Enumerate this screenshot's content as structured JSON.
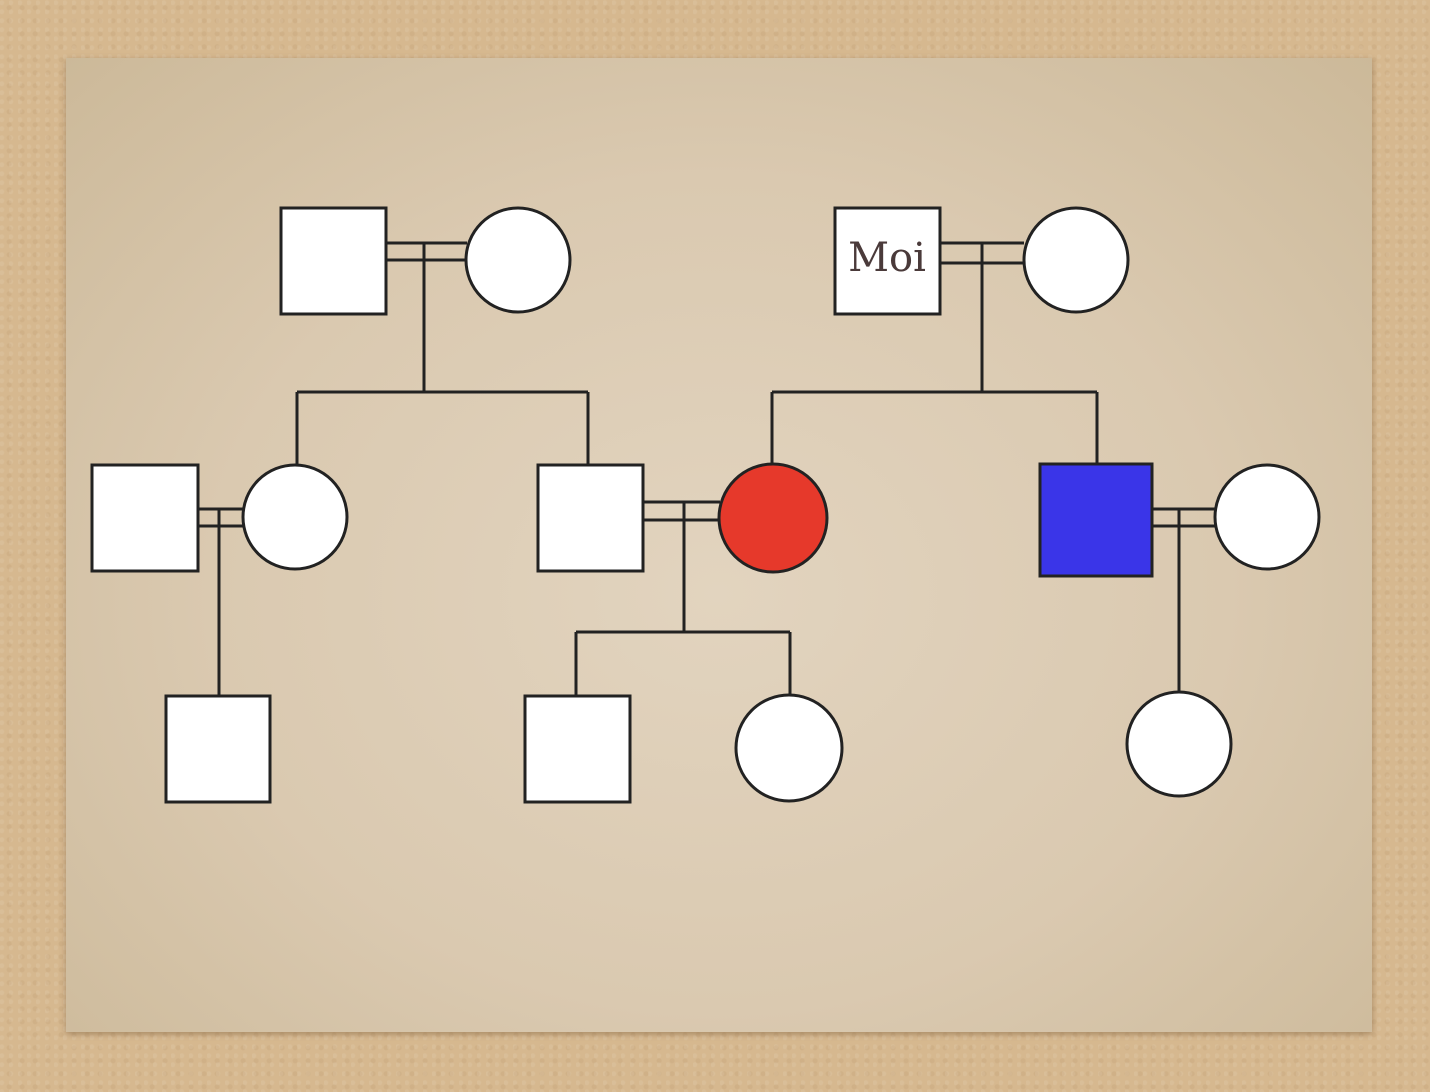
{
  "diagram": {
    "type": "pedigree",
    "labels": {
      "moi": "Moi"
    },
    "colors": {
      "affected_female": "#e6392b",
      "affected_male": "#3a35e8",
      "unaffected": "#ffffff",
      "line": "#222222"
    },
    "individuals": [
      {
        "id": "gen1-a-male",
        "sex": "male",
        "affected": false
      },
      {
        "id": "gen1-a-female",
        "sex": "female",
        "affected": false
      },
      {
        "id": "gen1-b-male-moi",
        "sex": "male",
        "affected": false,
        "label": "Moi"
      },
      {
        "id": "gen1-b-female",
        "sex": "female",
        "affected": false
      },
      {
        "id": "gen2-spouse-male",
        "sex": "male",
        "affected": false
      },
      {
        "id": "gen2-daughter-a",
        "sex": "female",
        "affected": false
      },
      {
        "id": "gen2-son-a",
        "sex": "male",
        "affected": false
      },
      {
        "id": "gen2-daughter-b",
        "sex": "female",
        "affected": true
      },
      {
        "id": "gen2-son-b",
        "sex": "male",
        "affected": true
      },
      {
        "id": "gen2-spouse-female",
        "sex": "female",
        "affected": false
      },
      {
        "id": "gen3-son-1",
        "sex": "male",
        "affected": false
      },
      {
        "id": "gen3-son-2",
        "sex": "male",
        "affected": false
      },
      {
        "id": "gen3-daughter-2",
        "sex": "female",
        "affected": false
      },
      {
        "id": "gen3-daughter-3",
        "sex": "female",
        "affected": false
      }
    ]
  }
}
